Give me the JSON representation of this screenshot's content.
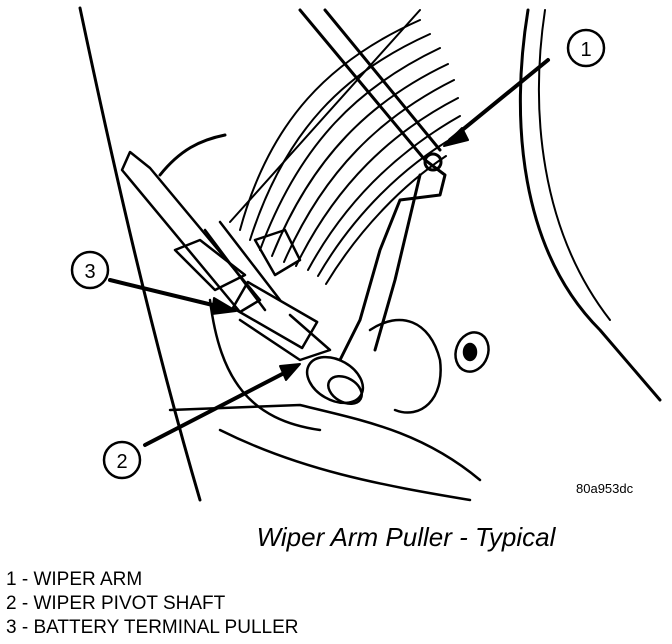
{
  "figure": {
    "callouts": [
      {
        "number": "1"
      },
      {
        "number": "2"
      },
      {
        "number": "3"
      }
    ],
    "code": "80a953dc",
    "caption": "Wiper Arm Puller - Typical"
  },
  "legend": [
    {
      "text": "1 - WIPER ARM"
    },
    {
      "text": "2 - WIPER PIVOT SHAFT"
    },
    {
      "text": "3 - BATTERY TERMINAL PULLER"
    }
  ]
}
